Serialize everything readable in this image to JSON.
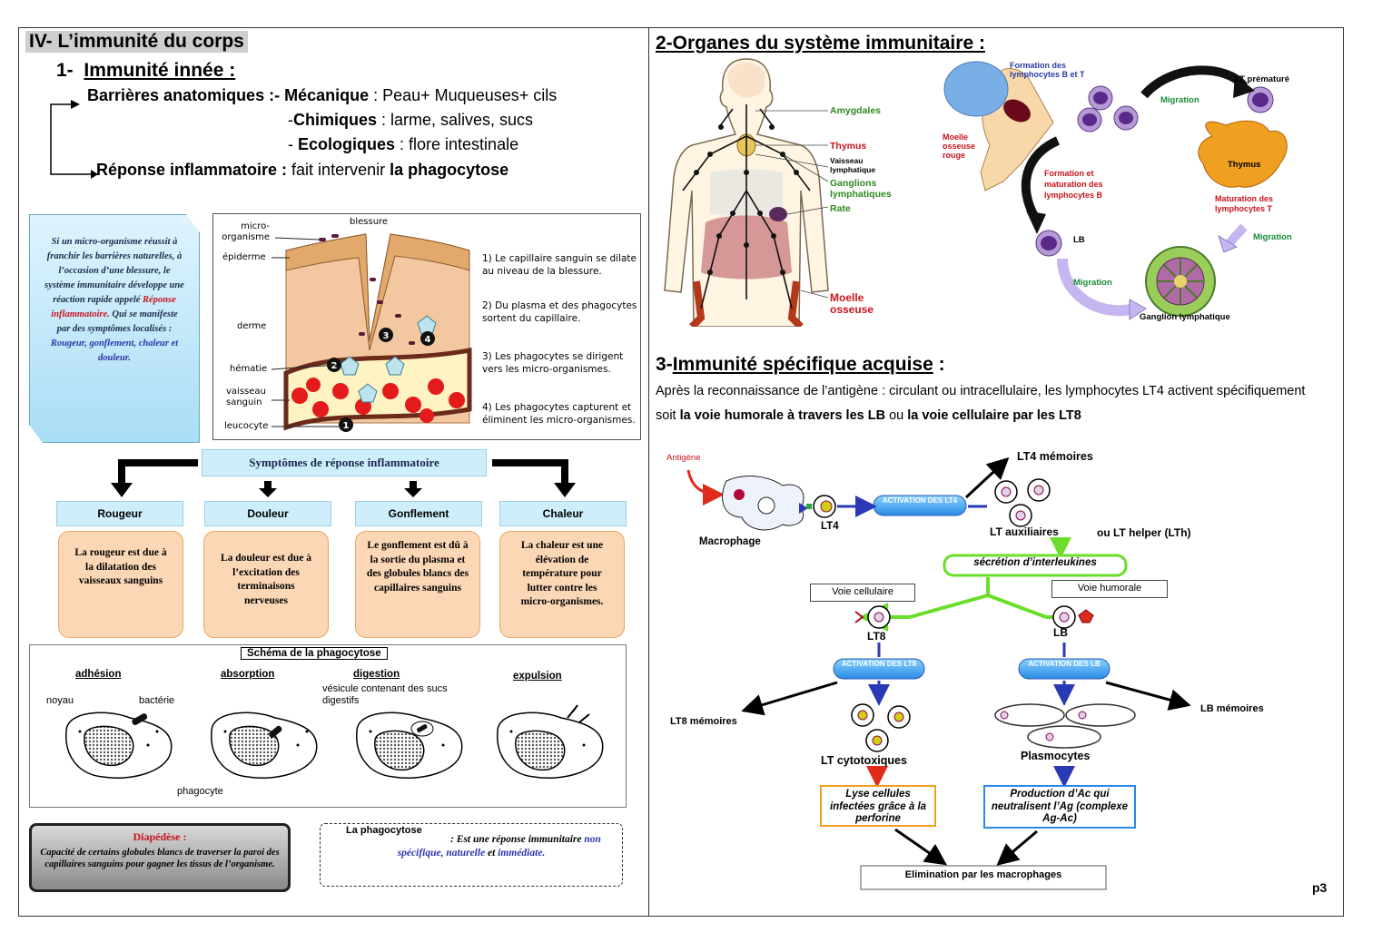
{
  "page_number": "p3",
  "left": {
    "section_title": "IV- L’immunité du corps",
    "sub_title_num": "1-",
    "sub_title": "Immunité innée :",
    "barriers": {
      "label": "Barrières anatomiques :- ",
      "mecanique_label": "Mécanique",
      "mecanique_text": " : Peau+ Muqueuses+ cils",
      "chimiques_prefix": "-",
      "chimiques_label": "Chimiques",
      "chimiques_text": " : larme, salives, sucs",
      "ecologiques_prefix": "- ",
      "ecologiques_label": "Ecologiques",
      "ecologiques_text": " : flore intestinale"
    },
    "response": {
      "label": "Réponse inflammatoire :",
      "text": " fait intervenir ",
      "bold": "la  phagocytose"
    },
    "note_text1": "Si un micro-organisme réussit à franchir les barrières naturelles, à l’occasion d’une blessure, le système immunitaire développe une réaction rapide appelé ",
    "note_red": "Réponse inflammatoire.",
    "note_text2": " Qui se manifeste par des symptômes localisés : ",
    "note_blue": "Rougeur, gonflement, chaleur et douleur.",
    "diagram_labels": {
      "micro": "micro-organisme",
      "blessure": "blessure",
      "epiderme": "épiderme",
      "derme": "derme",
      "hematie": "hématie",
      "vaisseau": "vaisseau sanguin",
      "leucocyte": "leucocyte"
    },
    "steps": [
      "1) Le capillaire sanguin se dilate au niveau de la blessure.",
      "2) Du plasma et des phagocytes sortent du capillaire.",
      "3) Les phagocytes se dirigent vers les micro-organismes.",
      "4) Les phagocytes capturent et éliminent les micro-organismes."
    ],
    "symptoms_title": "Symptômes de réponse inflammatoire",
    "symptoms": [
      {
        "name": "Rougeur",
        "text": "La rougeur est due à la dilatation des vaisseaux sanguins"
      },
      {
        "name": "Douleur",
        "text": "La douleur est due à l’excitation des terminaisons nerveuses"
      },
      {
        "name": "Gonflement",
        "text": "Le gonflement est dû à la sortie du plasma et des globules blancs des capillaires sanguins"
      },
      {
        "name": "Chaleur",
        "text": "La chaleur est une élévation de température pour lutter contre les micro-organismes."
      }
    ],
    "phago_title": "Schéma de la phagocytose",
    "phago_stages": [
      "adhésion",
      "absorption",
      "digestion",
      "expulsion"
    ],
    "phago_labels": {
      "noyau": "noyau",
      "bacterie": "bactérie",
      "vesicule": "vésicule contenant des sucs digestifs",
      "phagocyte": "phagocyte"
    },
    "diapedese_title": "Diapédèse :",
    "diapedese_text": "Capacité de certains globules blancs de traverser la paroi des capillaires sanguins pour gagner les tissus de l’organisme.",
    "phago_box_title": "La  phagocytose",
    "phago_box_text1": ": Est une réponse immunitaire ",
    "phago_box_blue": "non spécifique, naturelle",
    "phago_box_text2": " et ",
    "phago_box_blue2": "immédiate."
  },
  "right": {
    "organs_title": "2-Organes du système immunitaire :",
    "organ_labels": {
      "amygdales": "Amygdales",
      "thymus": "Thymus",
      "vaisseau": "Vaisseau lymphatique",
      "ganglions": "Ganglions lymphatiques",
      "rate": "Rate",
      "moelle": "Moelle osseuse"
    },
    "maturation_labels": {
      "formation": "Formation des lymphocytes B et T",
      "moelle_rouge": "Moelle osseuse rouge",
      "migration1": "Migration",
      "lt_premature": "LT prématuré",
      "thymus": "Thymus",
      "formation_b": "Formation et maturation des lymphocytes B",
      "maturation_t": "Maturation des lymphocytes T",
      "migration2": "Migration",
      "lb": "LB",
      "migration3": "Migration",
      "ganglion": "Ganglion lymphatique"
    },
    "specific_title_num": "3-",
    "specific_title": "Immunité spécifique acquise",
    "specific_colon": " :",
    "specific_text1": "Après la reconnaissance de l’antigène : circulant ou intracellulaire, les lymphocytes LT4  activent spécifiquement   soit  ",
    "specific_bold1": "la voie humorale à travers les LB",
    "specific_text2": " ou ",
    "specific_bold2": "la voie cellulaire par les LT8",
    "flow": {
      "antigene": "Antigène",
      "macrophage": "Macrophage",
      "lt4": "LT4",
      "activation_lt4": "ACTIVATION DES LT4",
      "lt4_memoires": "LT4  mémoires",
      "lt_auxiliaires": "LT auxiliaires",
      "lt_helper": "ou  LT helper  (LTh)",
      "secretion": "sécrétion d’interleukines",
      "voie_cellulaire": "Voie cellulaire",
      "voie_humorale": "Voie humorale",
      "lt8": "LT8",
      "lb": "LB",
      "activation_lt8": "ACTIVATION DES LT8",
      "activation_lb": "ACTIVATION DES LB",
      "lt8_memoires": "LT8  mémoires",
      "lb_memoires": "LB  mémoires",
      "lt_cytotoxiques": "LT cytotoxiques",
      "plasmocytes": "Plasmocytes",
      "lyse": "Lyse cellules infectées grâce à la perforine",
      "production": "Production d’Ac qui neutralisent l’Ag (complexe Ag-Ac)",
      "elimination": "Elimination par les macrophages"
    }
  }
}
